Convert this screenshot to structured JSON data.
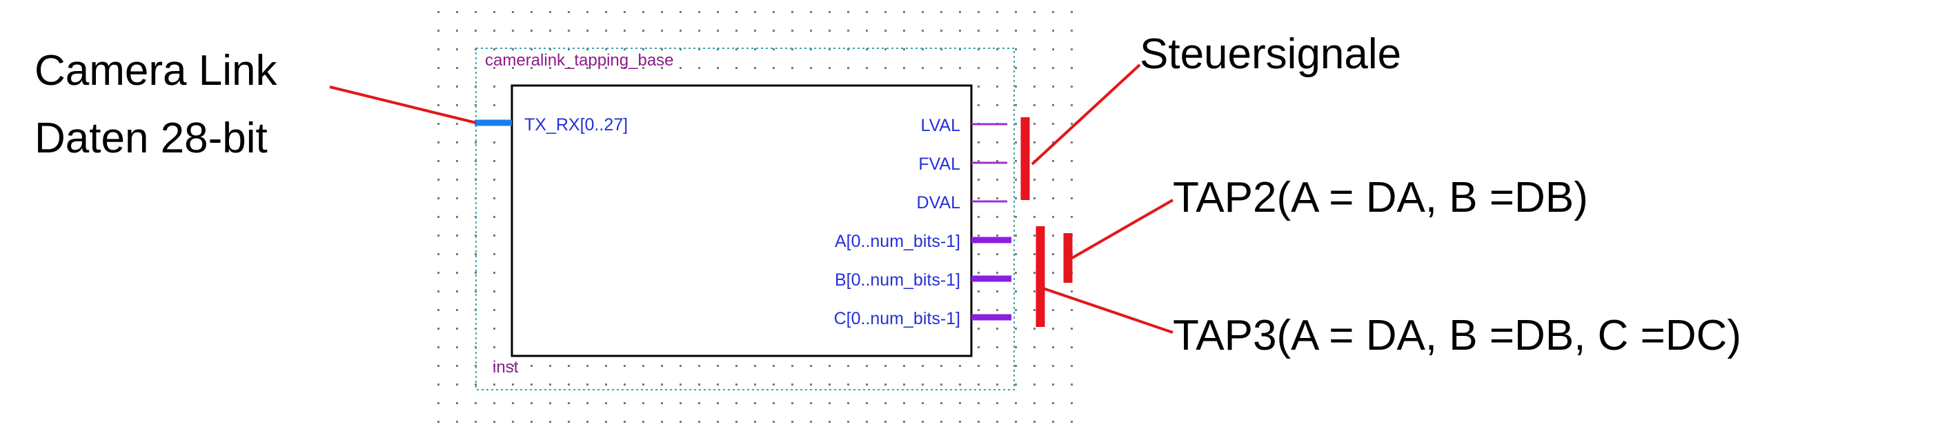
{
  "block": {
    "entity_name": "cameralink_tapping_base",
    "instance_name": "inst",
    "input_port": "TX_RX[0..27]",
    "output_ports": [
      {
        "label": "LVAL",
        "bus": false
      },
      {
        "label": "FVAL",
        "bus": false
      },
      {
        "label": "DVAL",
        "bus": false
      },
      {
        "label": "A[0..num_bits-1]",
        "bus": true
      },
      {
        "label": "B[0..num_bits-1]",
        "bus": true
      },
      {
        "label": "C[0..num_bits-1]",
        "bus": true
      }
    ]
  },
  "annotations": {
    "input_line1": "Camera Link",
    "input_line2": "Daten 28-bit",
    "control": "Steuersignale",
    "tap2": "TAP2(A = DA, B =DB)",
    "tap3": "TAP3(A = DA, B =DB, C =DC)"
  },
  "colors": {
    "port_text": "#2530d8",
    "title_text": "#8a1c8a",
    "wire_single": "#9a2fd0",
    "wire_bus": "#8a1fe0",
    "input_bus": "#1a7fe8",
    "box_border": "#000000",
    "frame": "#3aa6a6",
    "dot": "#777777",
    "callout_line": "#e01818",
    "bracket": "#e8141e"
  }
}
